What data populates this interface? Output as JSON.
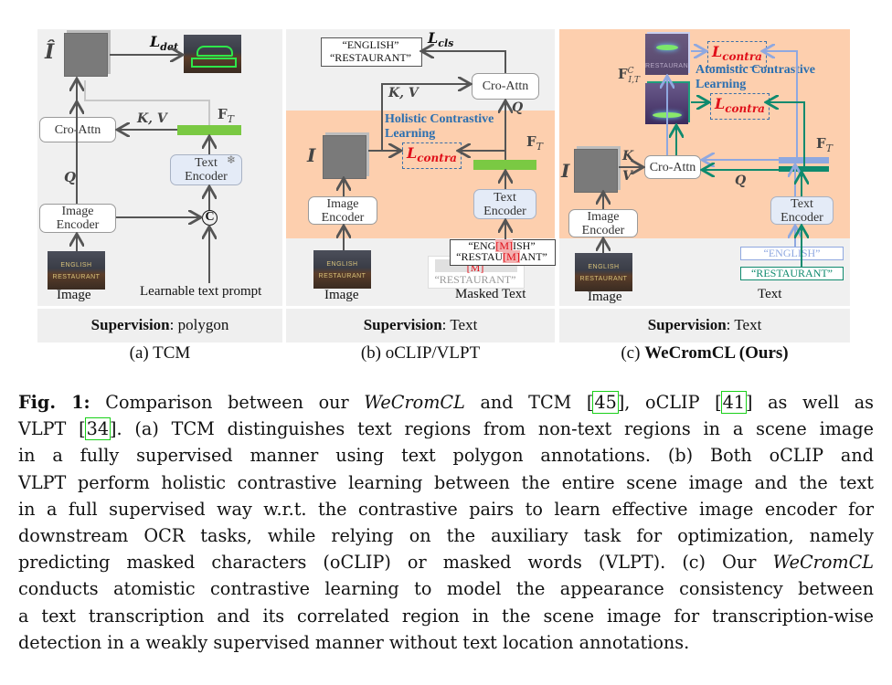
{
  "figure": {
    "panels": [
      {
        "id": "a",
        "sublabel": "(a) TCM",
        "supervision_label": "Supervision",
        "supervision_value": ": polygon",
        "image_hat": "Î",
        "loss": "L",
        "loss_sub": "det",
        "cross_attn": "Cro-Attn",
        "kv": "K, V",
        "ft": "F",
        "ft_sub": "T",
        "text_encoder_l1": "Text",
        "text_encoder_l2": "Encoder",
        "frozen_icon": "❄",
        "q": "Q",
        "image_encoder_l1": "Image",
        "image_encoder_l2": "Encoder",
        "concat": "C",
        "image_label": "Image",
        "prompt_label": "Learnable text prompt",
        "photo_text_1": "ENGLISH",
        "photo_text_2": "RESTAURANT"
      },
      {
        "id": "b",
        "sublabel": "(b) oCLIP/VLPT",
        "supervision_label": "Supervision",
        "supervision_value": ": Text",
        "words_1": "“ENGLISH”",
        "words_2": "“RESTAURANT”",
        "loss": "L",
        "loss_sub": "cls",
        "cross_attn": "Cro-Attn",
        "kv": "K, V",
        "q": "Q",
        "holistic_1": "Holistic Contrastive",
        "holistic_2": "Learning",
        "lcontra": "L",
        "lcontra_sub": "contra",
        "ft": "F",
        "ft_sub": "T",
        "image_i": "I",
        "image_encoder_l1": "Image",
        "image_encoder_l2": "Encoder",
        "text_encoder_l1": "Text",
        "text_encoder_l2": "Encoder",
        "masked_1_pre": "“ENG",
        "masked_1_mask": "[M]",
        "masked_1_post": "ISH”",
        "masked_2_pre": "“RESTAU",
        "masked_2_mask": "[M]",
        "masked_2_post": "ANT”",
        "masked_3_mask": "[M]",
        "masked_3": "“RESTAURANT”",
        "image_label": "Image",
        "masked_label": "Masked Text",
        "photo_text_1": "ENGLISH",
        "photo_text_2": "RESTAURANT"
      },
      {
        "id": "c",
        "sublabel_pre": "(c) ",
        "sublabel_bold": "WeCromCL (Ours)",
        "supervision_label": "Supervision",
        "supervision_value": ": Text",
        "lcontra": "L",
        "lcontra_sub": "contra",
        "atomistic_1": "Atomistic Contrastive",
        "atomistic_2": "Learning",
        "fit": "F",
        "fit_sup": "C",
        "fit_sub": "I,T",
        "image_i": "I",
        "k": "K",
        "v": "V",
        "q": "Q",
        "cross_attn": "Cro-Attn",
        "ft": "F",
        "ft_sub": "T",
        "image_encoder_l1": "Image",
        "image_encoder_l2": "Encoder",
        "text_encoder_l1": "Text",
        "text_encoder_l2": "Encoder",
        "word_1": "“ENGLISH”",
        "word_2": "“RESTAURANT”",
        "image_label": "Image",
        "text_label": "Text",
        "photo_text_1": "ENGLISH",
        "photo_text_2": "RESTAURANT"
      }
    ],
    "colors": {
      "panel_bg": "#f0f0f0",
      "orange_bg": "#fdcfae",
      "green_feature": "#7ac943",
      "loss_red": "#e0101a",
      "title_blue": "#2b6fb0",
      "teal": "#0f8a6e",
      "light_blue": "#8fa8e0",
      "citation_box": "#18d018"
    }
  },
  "caption": {
    "lines": [
      [
        {
          "t": "Fig. 1:",
          "style": "bold"
        },
        {
          "t": " Comparison between our "
        },
        {
          "t": "WeCromCL",
          "style": "italic"
        },
        {
          "t": " and TCM ["
        },
        {
          "t": "45",
          "style": "cite"
        },
        {
          "t": "], oCLIP ["
        },
        {
          "t": "41",
          "style": "cite"
        },
        {
          "t": "] as well as"
        }
      ],
      [
        {
          "t": "VLPT ["
        },
        {
          "t": "34",
          "style": "cite"
        },
        {
          "t": "]. (a) TCM distinguishes text regions from non-text regions in a scene image"
        }
      ],
      [
        {
          "t": "in a fully supervised manner using text polygon annotations. (b) Both oCLIP and"
        }
      ],
      [
        {
          "t": "VLPT perform holistic contrastive learning between the entire scene image and the text"
        }
      ],
      [
        {
          "t": "in a full supervised way w.r.t. the contrastive pairs to learn effective image encoder for"
        }
      ],
      [
        {
          "t": "downstream OCR tasks, while relying on the auxiliary task for optimization, namely"
        }
      ],
      [
        {
          "t": "predicting masked characters (oCLIP) or masked words (VLPT). (c) Our "
        },
        {
          "t": "WeCromCL",
          "style": "italic"
        }
      ],
      [
        {
          "t": "conducts atomistic contrastive learning to model the appearance consistency between"
        }
      ],
      [
        {
          "t": "a text transcription and its correlated region in the scene image for transcription-wise"
        }
      ],
      [
        {
          "t": "detection in a weakly supervised manner without text location annotations."
        }
      ]
    ]
  }
}
